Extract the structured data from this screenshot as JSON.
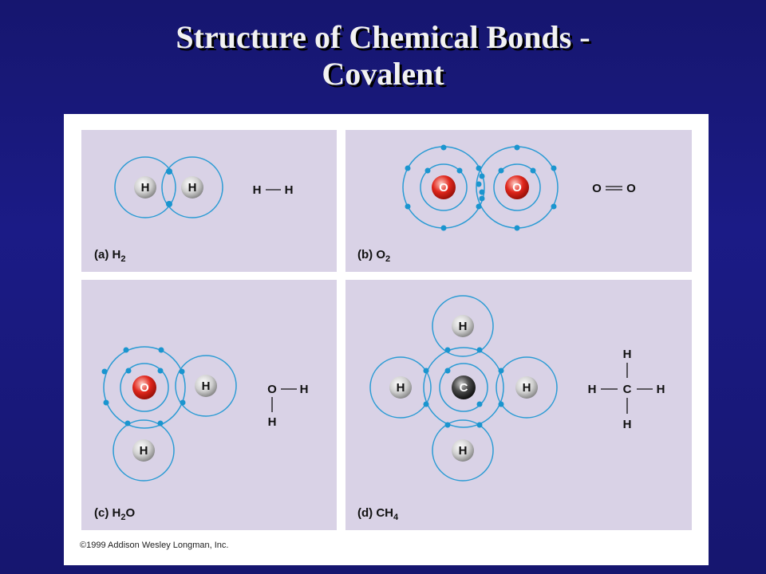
{
  "slide": {
    "title_line1": "Structure of Chemical Bonds -",
    "title_line2": "Covalent"
  },
  "panels": {
    "a": {
      "label": "(a) H",
      "sub": "2"
    },
    "b": {
      "label": "(b) O",
      "sub": "2"
    },
    "c": {
      "label_pre": "(c) H",
      "sub": "2",
      "label_post": "O"
    },
    "d": {
      "label": "(d) CH",
      "sub": "4"
    }
  },
  "atoms": {
    "hydrogen": "H",
    "oxygen": "O",
    "carbon": "C"
  },
  "copyright": "©1999 Addison Wesley Longman, Inc.",
  "colors": {
    "background": "#1b1b86",
    "panel": "#d9d2e6",
    "shell": "#2a9bd4",
    "electron": "#1a95cf",
    "oxygen": "#e0261c",
    "hydrogen": "#cfcfcf",
    "carbon": "#3a3a3a"
  }
}
